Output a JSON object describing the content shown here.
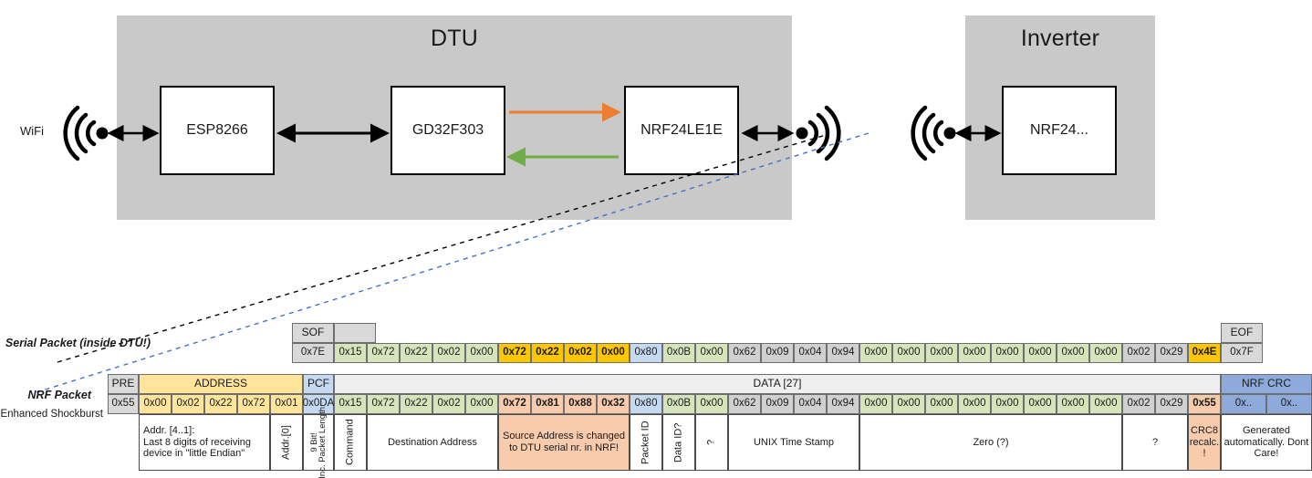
{
  "diagram": {
    "dtu": {
      "title": "DTU",
      "chips": [
        {
          "name": "ESP8266"
        },
        {
          "name": "GD32F303"
        },
        {
          "name": "NRF24LE1E"
        }
      ],
      "wifi_label": "WiFi"
    },
    "inverter": {
      "title": "Inverter",
      "chips": [
        {
          "name": "NRF24..."
        }
      ]
    },
    "colors": {
      "enclosure": "#c9c9c9",
      "arrow_tx": "#ed7d31",
      "arrow_rx": "#70ad47",
      "arrow_bi": "#000000",
      "link_black": "#000000",
      "link_blue": "#4472c4"
    }
  },
  "packets": {
    "serial": {
      "label": "Serial Packet (inside DTU!)",
      "sof": {
        "header": "SOF",
        "value": "0x7E"
      },
      "eof": {
        "header": "EOF",
        "value": "0x7F"
      },
      "bytes": [
        {
          "v": "0x15",
          "c": "c-green",
          "b": false
        },
        {
          "v": "0x72",
          "c": "c-green",
          "b": false
        },
        {
          "v": "0x22",
          "c": "c-green",
          "b": false
        },
        {
          "v": "0x02",
          "c": "c-green",
          "b": false
        },
        {
          "v": "0x00",
          "c": "c-green",
          "b": false
        },
        {
          "v": "0x72",
          "c": "c-orangeY",
          "b": true
        },
        {
          "v": "0x22",
          "c": "c-orangeY",
          "b": true
        },
        {
          "v": "0x02",
          "c": "c-orangeY",
          "b": true
        },
        {
          "v": "0x00",
          "c": "c-orangeY",
          "b": true
        },
        {
          "v": "0x80",
          "c": "c-blue",
          "b": false
        },
        {
          "v": "0x0B",
          "c": "c-green",
          "b": false
        },
        {
          "v": "0x00",
          "c": "c-green",
          "b": false
        },
        {
          "v": "0x62",
          "c": "c-lgrey",
          "b": false
        },
        {
          "v": "0x09",
          "c": "c-lgrey",
          "b": false
        },
        {
          "v": "0x04",
          "c": "c-lgrey",
          "b": false
        },
        {
          "v": "0x94",
          "c": "c-lgrey",
          "b": false
        },
        {
          "v": "0x00",
          "c": "c-green",
          "b": false
        },
        {
          "v": "0x00",
          "c": "c-green",
          "b": false
        },
        {
          "v": "0x00",
          "c": "c-green",
          "b": false
        },
        {
          "v": "0x00",
          "c": "c-green",
          "b": false
        },
        {
          "v": "0x00",
          "c": "c-green",
          "b": false
        },
        {
          "v": "0x00",
          "c": "c-green",
          "b": false
        },
        {
          "v": "0x00",
          "c": "c-green",
          "b": false
        },
        {
          "v": "0x00",
          "c": "c-green",
          "b": false
        },
        {
          "v": "0x02",
          "c": "c-lgrey",
          "b": false
        },
        {
          "v": "0x29",
          "c": "c-lgrey",
          "b": false
        },
        {
          "v": "0x4E",
          "c": "c-orangeY",
          "b": true
        }
      ]
    },
    "nrf": {
      "label": "NRF Packet",
      "sublabel": "Enhanced Shockburst",
      "groups": {
        "pre": "PRE",
        "address": "ADDRESS",
        "pcf": "PCF",
        "data": "DATA [27]",
        "crc": "NRF CRC"
      },
      "pre": {
        "value": "0x55"
      },
      "address": [
        {
          "v": "0x00"
        },
        {
          "v": "0x02"
        },
        {
          "v": "0x22"
        },
        {
          "v": "0x72"
        },
        {
          "v": "0x01"
        }
      ],
      "pcf": {
        "value": "0x0DA"
      },
      "bytes": [
        {
          "v": "0x15",
          "c": "c-green",
          "b": false
        },
        {
          "v": "0x72",
          "c": "c-green",
          "b": false
        },
        {
          "v": "0x22",
          "c": "c-green",
          "b": false
        },
        {
          "v": "0x02",
          "c": "c-green",
          "b": false
        },
        {
          "v": "0x00",
          "c": "c-green",
          "b": false
        },
        {
          "v": "0x72",
          "c": "c-salmon",
          "b": true
        },
        {
          "v": "0x81",
          "c": "c-salmon",
          "b": true
        },
        {
          "v": "0x88",
          "c": "c-salmon",
          "b": true
        },
        {
          "v": "0x32",
          "c": "c-salmon",
          "b": true
        },
        {
          "v": "0x80",
          "c": "c-blue",
          "b": false
        },
        {
          "v": "0x0B",
          "c": "c-green",
          "b": false
        },
        {
          "v": "0x00",
          "c": "c-green",
          "b": false
        },
        {
          "v": "0x62",
          "c": "c-lgrey",
          "b": false
        },
        {
          "v": "0x09",
          "c": "c-lgrey",
          "b": false
        },
        {
          "v": "0x04",
          "c": "c-lgrey",
          "b": false
        },
        {
          "v": "0x94",
          "c": "c-lgrey",
          "b": false
        },
        {
          "v": "0x00",
          "c": "c-green",
          "b": false
        },
        {
          "v": "0x00",
          "c": "c-green",
          "b": false
        },
        {
          "v": "0x00",
          "c": "c-green",
          "b": false
        },
        {
          "v": "0x00",
          "c": "c-green",
          "b": false
        },
        {
          "v": "0x00",
          "c": "c-green",
          "b": false
        },
        {
          "v": "0x00",
          "c": "c-green",
          "b": false
        },
        {
          "v": "0x00",
          "c": "c-green",
          "b": false
        },
        {
          "v": "0x00",
          "c": "c-green",
          "b": false
        },
        {
          "v": "0x02",
          "c": "c-lgrey",
          "b": false
        },
        {
          "v": "0x29",
          "c": "c-lgrey",
          "b": false
        },
        {
          "v": "0x55",
          "c": "c-salmon",
          "b": true
        }
      ],
      "crc": [
        {
          "v": "0x.."
        },
        {
          "v": "0x.."
        }
      ]
    },
    "annotations": {
      "address": "Addr. [4..1]:\nLast 8 digits of receiving device in \"little Endian\"",
      "addr0": "Addr.[0]",
      "pcf": "9 Bit!  Inc. Packet Length",
      "pcf_line1": "9 Bit!",
      "pcf_line2": "Inc. Packet Length",
      "command": "Command",
      "destination": "Destination Address",
      "source": "Source Address is changed to DTU serial nr. in NRF!",
      "packet_id": "Packet ID",
      "data_id": "Data ID?",
      "qmark1": "?",
      "unix": "UNIX Time Stamp",
      "zero": "Zero (?)",
      "qmark2": "?",
      "crc8": "CRC8 recalc. !",
      "generated": "Generated automatically. Dont Care!"
    }
  }
}
